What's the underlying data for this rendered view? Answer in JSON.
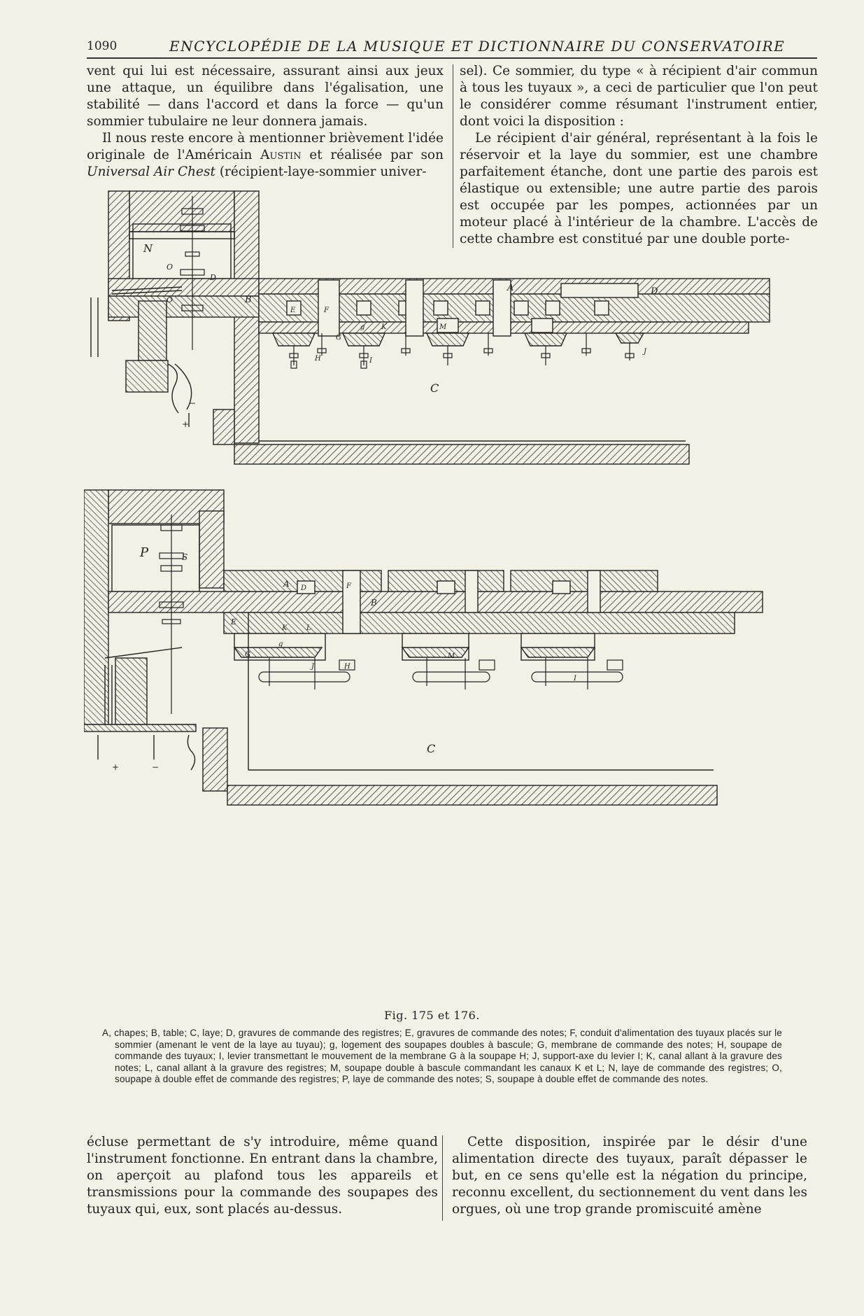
{
  "header": {
    "page_number": "1090",
    "running_title": "ENCYCLOPÉDIE DE LA MUSIQUE ET DICTIONNAIRE DU CONSERVATOIRE"
  },
  "top_left": {
    "p1": "vent qui lui est nécessaire, assurant ainsi aux jeux une attaque, un équilibre dans l'égalisation, une stabilité — dans l'accord et dans la force — qu'un sommier tubulaire ne leur donnera jamais.",
    "p2_start": "Il nous reste encore à mentionner brièvement l'idée originale de l'Américain ",
    "p2_name": "Austin",
    "p2_mid": " et réalisée par son ",
    "p2_title": "Universal Air Chest",
    "p2_end": " (récipient-laye-sommier univer-"
  },
  "top_right": {
    "p1": "sel). Ce sommier, du type « à récipient d'air commun à tous les tuyaux », a ceci de particulier que l'on peut le considérer comme résumant l'instrument entier, dont voici la disposition :",
    "p2": "Le récipient d'air général, représentant à la fois le réservoir et la laye du sommier, est une chambre parfaitement étanche, dont une partie des parois est élastique ou extensible; une autre partie des parois est occupée par les pompes, actionnées par un moteur placé à l'intérieur de la chambre. L'accès de cette chambre est constitué par une double porte-"
  },
  "figure": {
    "labels_top": {
      "N": "N",
      "O1": "O",
      "O2": "O",
      "A": "A",
      "B": "B",
      "D1": "D",
      "D2": "D",
      "E": "E",
      "F": "F",
      "K": "K",
      "M": "M",
      "G": "G",
      "g": "g",
      "H": "H",
      "I": "I",
      "J": "J",
      "C": "C",
      "plus": "+",
      "minus": "−"
    },
    "labels_bottom": {
      "P": "P",
      "S": "S",
      "A": "A",
      "D": "D",
      "F": "F",
      "B": "B",
      "E": "E",
      "K": "K",
      "L": "L",
      "M": "M",
      "g": "g",
      "G": "G",
      "J": "J",
      "H": "H",
      "I": "I",
      "C": "C",
      "plus": "+",
      "minus": "−"
    },
    "caption_title": "Fig. 175 et 176."
  },
  "legend": "A, chapes; B, table; C, laye; D, gravures de commande des registres; E, gravures de commande des notes; F, conduit d'alimentation des tuyaux placés sur le sommier (amenant le vent de la laye au tuyau); g, logement des soupapes doubles à bascule; G, membrane de commande des notes; H, soupape de commande des tuyaux; I, levier transmettant le mouvement de la membrane G à la soupape H; J, support-axe du levier I; K, canal allant à la gravure des notes; L, canal allant à la gravure des registres; M, soupape double à bascule commandant les canaux K et L; N, laye de commande des registres; O, soupape à double effet de commande des registres; P, laye de commande des notes; S, soupape à double effet de commande des notes.",
  "bottom_left": "écluse permettant de s'y introduire, même quand l'instrument fonctionne. En entrant dans la chambre, on aperçoit au plafond tous les appareils et transmissions pour la commande des soupapes des tuyaux qui, eux, sont placés au-dessus.",
  "bottom_right": "Cette disposition, inspirée par le désir d'une alimentation directe des tuyaux, paraît dépasser le but, en ce sens qu'elle est la négation du principe, reconnu excellent, du sectionnement du vent dans les orgues, où une trop grande promiscuité amène"
}
